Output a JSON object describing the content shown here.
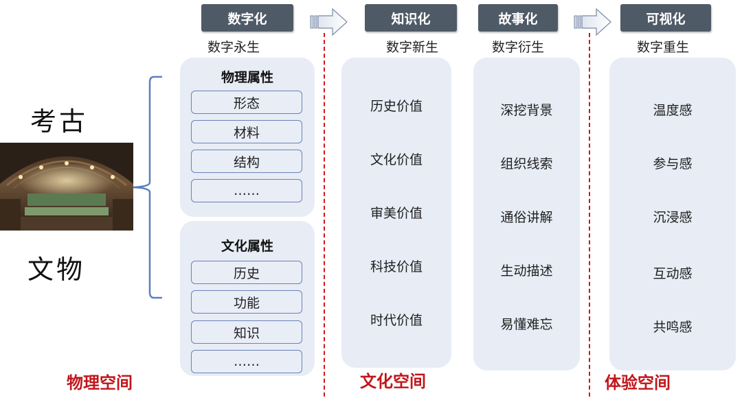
{
  "stages": [
    {
      "label": "数字化",
      "sub": "数字永生"
    },
    {
      "label": "知识化",
      "sub": "数字新生"
    },
    {
      "label": "故事化",
      "sub": "数字衍生"
    },
    {
      "label": "可视化",
      "sub": "数字重生"
    }
  ],
  "left": {
    "top_label": "考古",
    "bottom_label": "文物"
  },
  "physical_panel": {
    "title": "物理属性",
    "items": [
      "形态",
      "材料",
      "结构",
      "……"
    ]
  },
  "cultural_panel": {
    "title": "文化属性",
    "items": [
      "历史",
      "功能",
      "知识",
      "……"
    ]
  },
  "knowledge_column": {
    "items": [
      "历史价值",
      "文化价值",
      "审美价值",
      "科技价值",
      "时代价值"
    ]
  },
  "story_column": {
    "items": [
      "深挖背景",
      "组织线索",
      "通俗讲解",
      "生动描述",
      "易懂难忘"
    ]
  },
  "visual_column": {
    "items": [
      "温度感",
      "参与感",
      "沉浸感",
      "互动感",
      "共鸣感"
    ]
  },
  "spaces": {
    "physical": "物理空间",
    "cultural": "文化空间",
    "experience": "体验空间"
  },
  "colors": {
    "tag_bg": "#4f5a67",
    "column_bg": "#e7ecf5",
    "accent_red": "#c0161b",
    "bracket_blue": "#5b7fc0"
  }
}
